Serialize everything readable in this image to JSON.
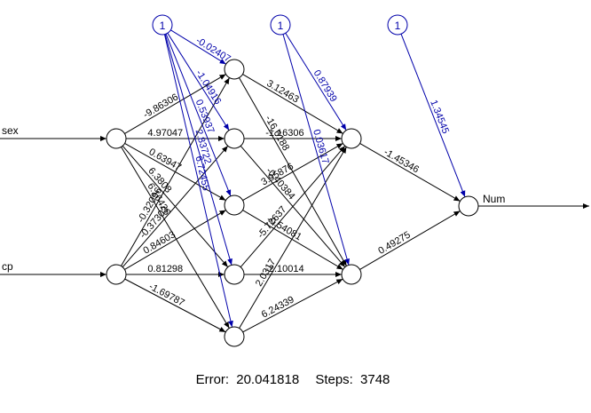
{
  "colors": {
    "weight": "#000000",
    "bias": "#0000aa",
    "node_stroke": "#000000"
  },
  "network": {
    "inputs": [
      {
        "id": "i0",
        "label": "sex"
      },
      {
        "id": "i1",
        "label": "cp"
      }
    ],
    "hidden1": [
      "h1_0",
      "h1_1",
      "h1_2",
      "h1_3",
      "h1_4"
    ],
    "hidden2": [
      "h2_0",
      "h2_1"
    ],
    "output": {
      "id": "o0",
      "label": "Num"
    },
    "bias_label": "1",
    "weights": [
      {
        "from": "i0",
        "to": "h1_0",
        "label": "-9.86306"
      },
      {
        "from": "i0",
        "to": "h1_1",
        "label": "4.97047"
      },
      {
        "from": "i0",
        "to": "h1_2",
        "label": "0.63947"
      },
      {
        "from": "i0",
        "to": "h1_3",
        "label": "6.3808"
      },
      {
        "from": "i0",
        "to": "h1_4",
        "label": "6.16426"
      },
      {
        "from": "i1",
        "to": "h1_0",
        "label": "-0.32096"
      },
      {
        "from": "i1",
        "to": "h1_1",
        "label": "-0.37303"
      },
      {
        "from": "i1",
        "to": "h1_2",
        "label": "0.84603"
      },
      {
        "from": "i1",
        "to": "h1_3",
        "label": "0.81298"
      },
      {
        "from": "i1",
        "to": "h1_4",
        "label": "-1.69787"
      },
      {
        "from": "h1_0",
        "to": "h2_0",
        "label": "3.12463"
      },
      {
        "from": "h1_0",
        "to": "h2_1",
        "label": "-16.6188"
      },
      {
        "from": "h1_1",
        "to": "h2_0",
        "label": "-1.16306"
      },
      {
        "from": "h1_1",
        "to": "h2_1",
        "label": "-0.40384"
      },
      {
        "from": "h1_2",
        "to": "h2_0",
        "label": "3.95876"
      },
      {
        "from": "h1_2",
        "to": "h2_1",
        "label": "-0.54081"
      },
      {
        "from": "h1_3",
        "to": "h2_0",
        "label": "-5.72637"
      },
      {
        "from": "h1_3",
        "to": "h2_1",
        "label": "-2.10014"
      },
      {
        "from": "h1_4",
        "to": "h2_0",
        "label": "2.0317"
      },
      {
        "from": "h1_4",
        "to": "h2_1",
        "label": "6.24339"
      },
      {
        "from": "h2_0",
        "to": "o0",
        "label": "-1.45346"
      },
      {
        "from": "h2_1",
        "to": "o0",
        "label": "0.49275"
      }
    ],
    "biases": [
      {
        "from": "b1",
        "to": "h1_0",
        "label": "-0.02407"
      },
      {
        "from": "b1",
        "to": "h1_1",
        "label": "-1.04916"
      },
      {
        "from": "b1",
        "to": "h1_2",
        "label": "0.53937"
      },
      {
        "from": "b1",
        "to": "h1_3",
        "label": "2.83722"
      },
      {
        "from": "b1",
        "to": "h1_4",
        "label": "6.72455"
      },
      {
        "from": "b2",
        "to": "h2_0",
        "label": "0.87939"
      },
      {
        "from": "b2",
        "to": "h2_1",
        "label": "0.03617"
      },
      {
        "from": "b3",
        "to": "o0",
        "label": "1.34545"
      }
    ]
  },
  "footer": {
    "error_label": "Error:",
    "error_value": "20.041818",
    "steps_label": "Steps:",
    "steps_value": "3748"
  }
}
